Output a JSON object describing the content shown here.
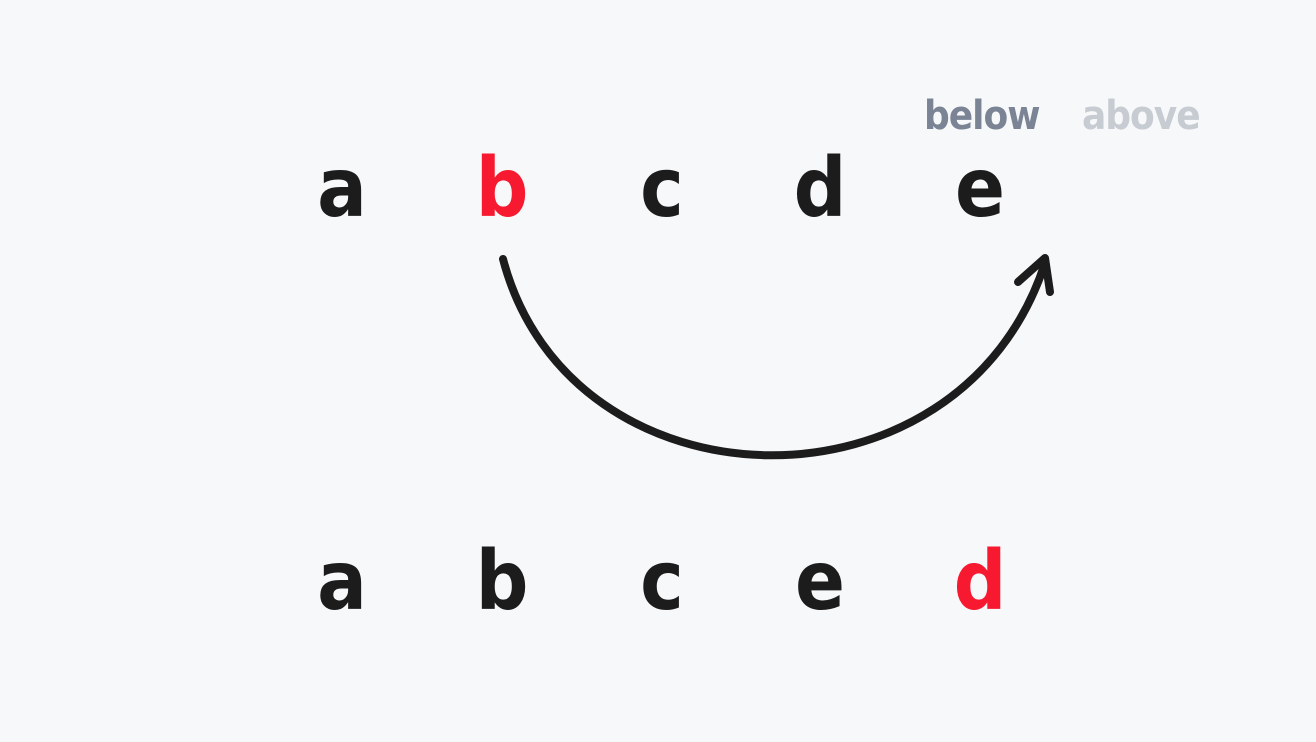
{
  "colors": {
    "background": "#f7f8fa",
    "letter": "#1c1c1c",
    "highlight": "#f7192f",
    "arrow": "#1c1c1c",
    "toggle_active": "#7b8494",
    "toggle_inactive": "#c7cbd2"
  },
  "toggle": {
    "below_label": "below",
    "above_label": "above",
    "selected": "below"
  },
  "top_row": {
    "letters": [
      "a",
      "b",
      "c",
      "d",
      "e"
    ],
    "highlight_index": 1
  },
  "bottom_row": {
    "letters": [
      "a",
      "b",
      "c",
      "e",
      "d"
    ],
    "highlight_index": 4
  },
  "arrow": {
    "icon": "curved-arrow-icon",
    "direction": "below",
    "from_letter": "b",
    "to_after_letter": "e"
  }
}
